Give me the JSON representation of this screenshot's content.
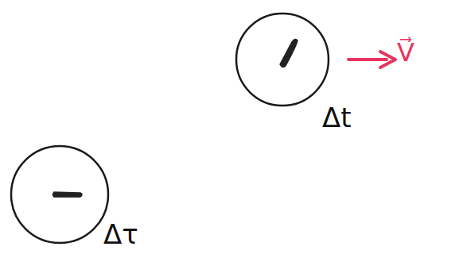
{
  "diagram": {
    "nodes": [
      {
        "text": [
          "Δt"
        ]
      },
      {
        "text": [
          "Δτ"
        ]
      }
    ],
    "labels": [
      "V⃗"
    ]
  }
}
